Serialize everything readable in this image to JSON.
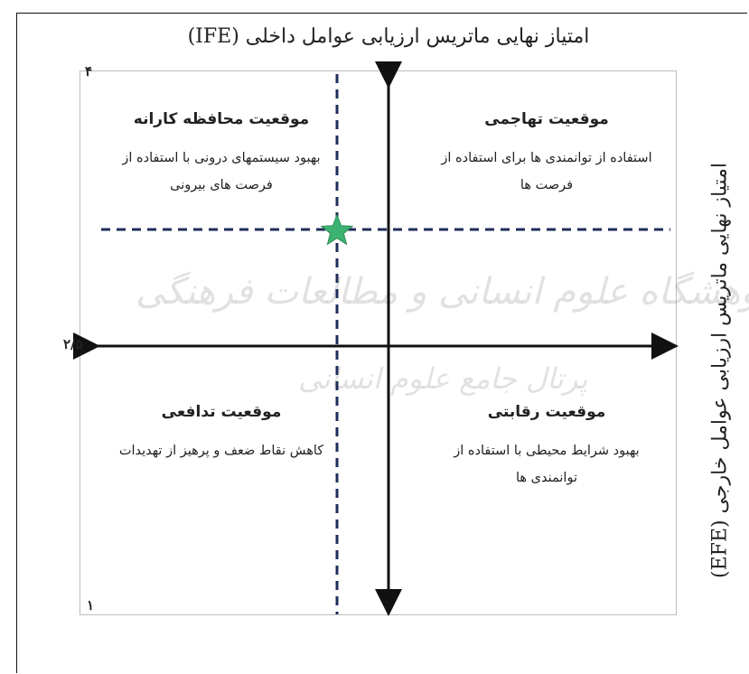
{
  "titles": {
    "x_axis": "امتیاز نهایی ماتریس ارزیابی عوامل داخلی (IFE)",
    "y_axis": "امتیاز نهایی ماتریس ارزیابی عوامل خارجی (EFE)"
  },
  "ticks": {
    "top": "۴",
    "middle": "۲/۵",
    "bottom": "۱"
  },
  "quadrants": {
    "top_left": {
      "title": "موقعیت محافظه کارانه",
      "desc": "بهبود سیستمهای درونی با استفاده از فرصت های بیرونی"
    },
    "top_right": {
      "title": "موقعیت تهاجمی",
      "desc": "استفاده از توانمندی ها برای استفاده از فرصت ها"
    },
    "bottom_left": {
      "title": "موقعیت تدافعی",
      "desc": "کاهش نقاط ضعف و پرهیز از تهدیدات"
    },
    "bottom_right": {
      "title": "موقعیت رقابتی",
      "desc": "بهبود شرایط محیطی با استفاده از توانمندی ها"
    }
  },
  "position_marker": {
    "icon": "star-icon",
    "color": "#3cb371"
  },
  "colors": {
    "axis": "#111111",
    "dashed_line": "#1f2d5a"
  },
  "watermarks": {
    "line1": "پژوهشگاه علوم انسانی و مطالعات فرهنگی",
    "line2": "پرتال جامع علوم انسانی"
  }
}
